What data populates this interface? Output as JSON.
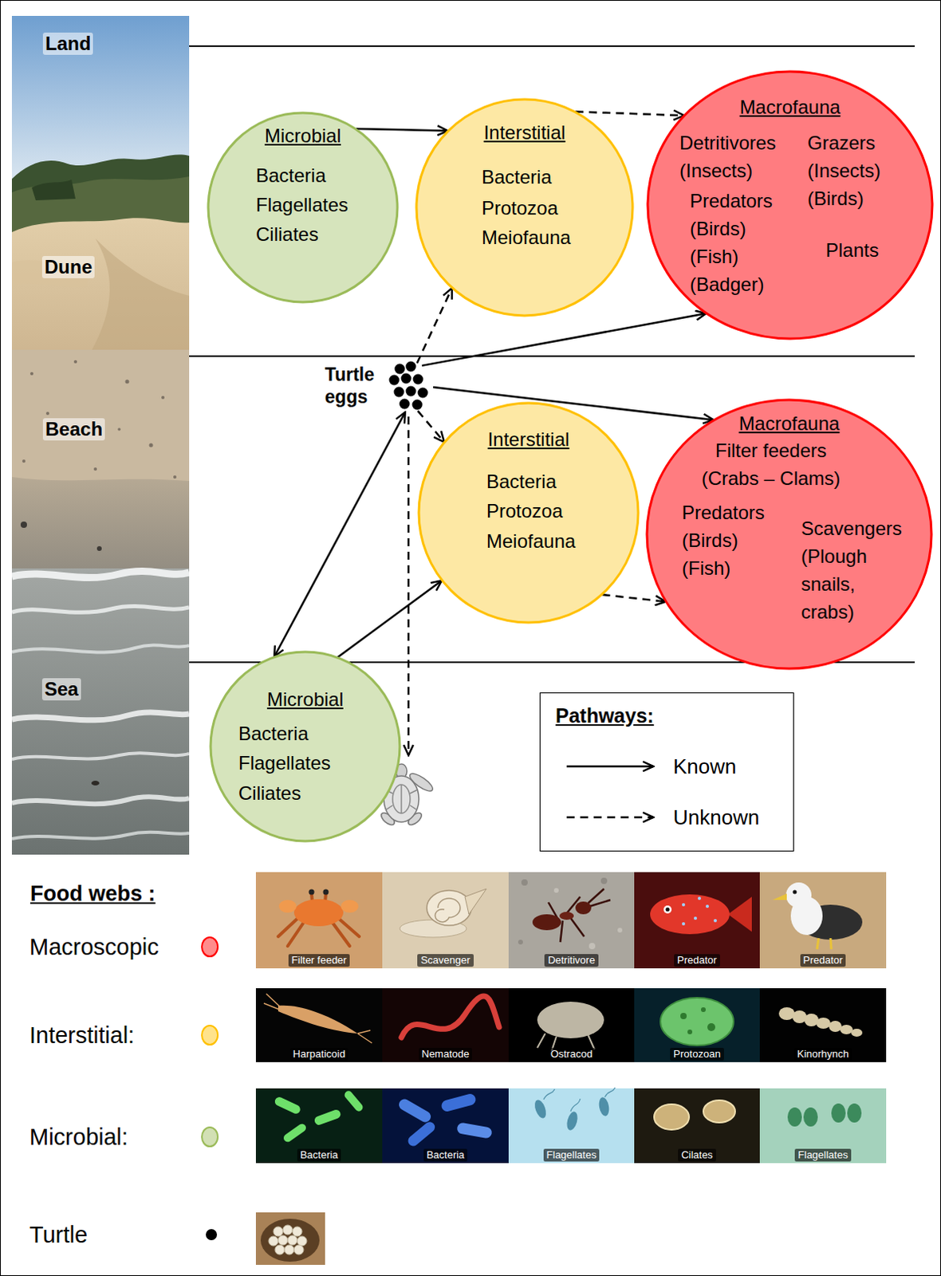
{
  "diagram": {
    "nodes": [
      {
        "text": [
          "Microbial",
          "Bacteria",
          "Flagellates",
          "Ciliates"
        ]
      },
      {
        "text": [
          "Interstitial",
          "Bacteria",
          "Protozoa",
          "Meiofauna"
        ]
      },
      {
        "text": [
          "Macrofauna",
          "Detritivores (Insects)",
          "Grazers (Insects) (Birds)",
          "Predators (Birds) (Fish) (Badger)",
          "Plants"
        ]
      },
      {
        "text": [
          "Turtle eggs"
        ]
      },
      {
        "text": [
          "Interstitial",
          "Bacteria",
          "Protozoa",
          "Meiofauna"
        ]
      },
      {
        "text": [
          "Macrofauna",
          "Filter feeders (Crabs – Clams)",
          "Predators (Birds) (Fish)",
          "Scavengers (Plough snails, crabs)"
        ]
      },
      {
        "text": [
          "Microbial",
          "Bacteria",
          "Flagellates",
          "Ciliates"
        ]
      }
    ],
    "edges": [
      {
        "from": 0,
        "to": 1,
        "arrow": "to"
      },
      {
        "from": 1,
        "to": 2,
        "arrow": "to"
      },
      {
        "from": 3,
        "to": 1,
        "arrow": "to"
      },
      {
        "from": 3,
        "to": 2,
        "arrow": "to"
      },
      {
        "from": 3,
        "to": 5,
        "arrow": "to"
      },
      {
        "from": 3,
        "to": 4,
        "arrow": "to"
      },
      {
        "from": 3,
        "to": 6,
        "arrow": "both"
      },
      {
        "from": 6,
        "to": 4,
        "arrow": "to"
      },
      {
        "from": 4,
        "to": 5,
        "arrow": "to"
      }
    ],
    "labels": [
      "Land",
      "Dune",
      "Beach",
      "Sea",
      "Pathways:",
      "Food webs :",
      "Filter feeder",
      "Scavenger",
      "Detritivore",
      "Predator",
      "Predator",
      "Harpaticoid",
      "Nematode",
      "Ostracod",
      "Protozoan",
      "Kinorhynch",
      "Bacteria",
      "Bacteria",
      "Flagellates",
      "Cilates",
      "Flagellates"
    ],
    "legend": [
      {
        "text": "Known"
      },
      {
        "text": "Unknown"
      },
      {
        "text": "Macroscopic",
        "color": "#ff0000"
      },
      {
        "text": "Interstitial:",
        "color": "#ffc000"
      },
      {
        "text": "Microbial:",
        "color": "#9bbb59"
      },
      {
        "text": "Turtle",
        "color": "#000000"
      }
    ]
  }
}
